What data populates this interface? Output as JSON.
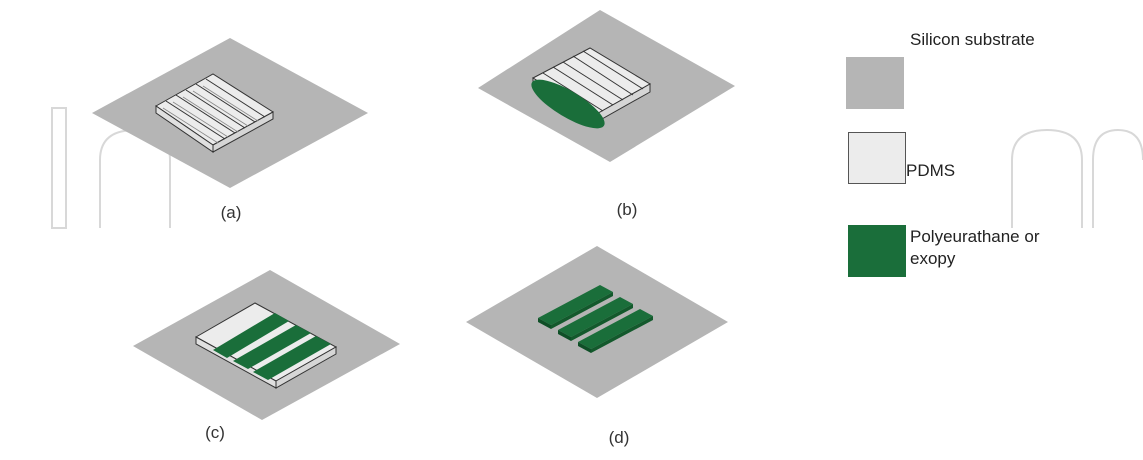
{
  "colors": {
    "substrate": "#b5b5b5",
    "pdms": "#ececec",
    "polymer": "#1a6e3a",
    "outline": "#333333",
    "watermark": "#d8d8d8"
  },
  "panels": {
    "a": {
      "caption": "(a)"
    },
    "b": {
      "caption": "(b)"
    },
    "c": {
      "caption": "(c)"
    },
    "d": {
      "caption": "(d)"
    }
  },
  "legend": {
    "items": [
      {
        "label": "Silicon substrate",
        "color": "#b5b5b5"
      },
      {
        "label": "PDMS",
        "color": "#ececec"
      },
      {
        "label": "Polyeurathane or",
        "label_line2": "exopy",
        "color": "#1a6e3a"
      }
    ]
  }
}
